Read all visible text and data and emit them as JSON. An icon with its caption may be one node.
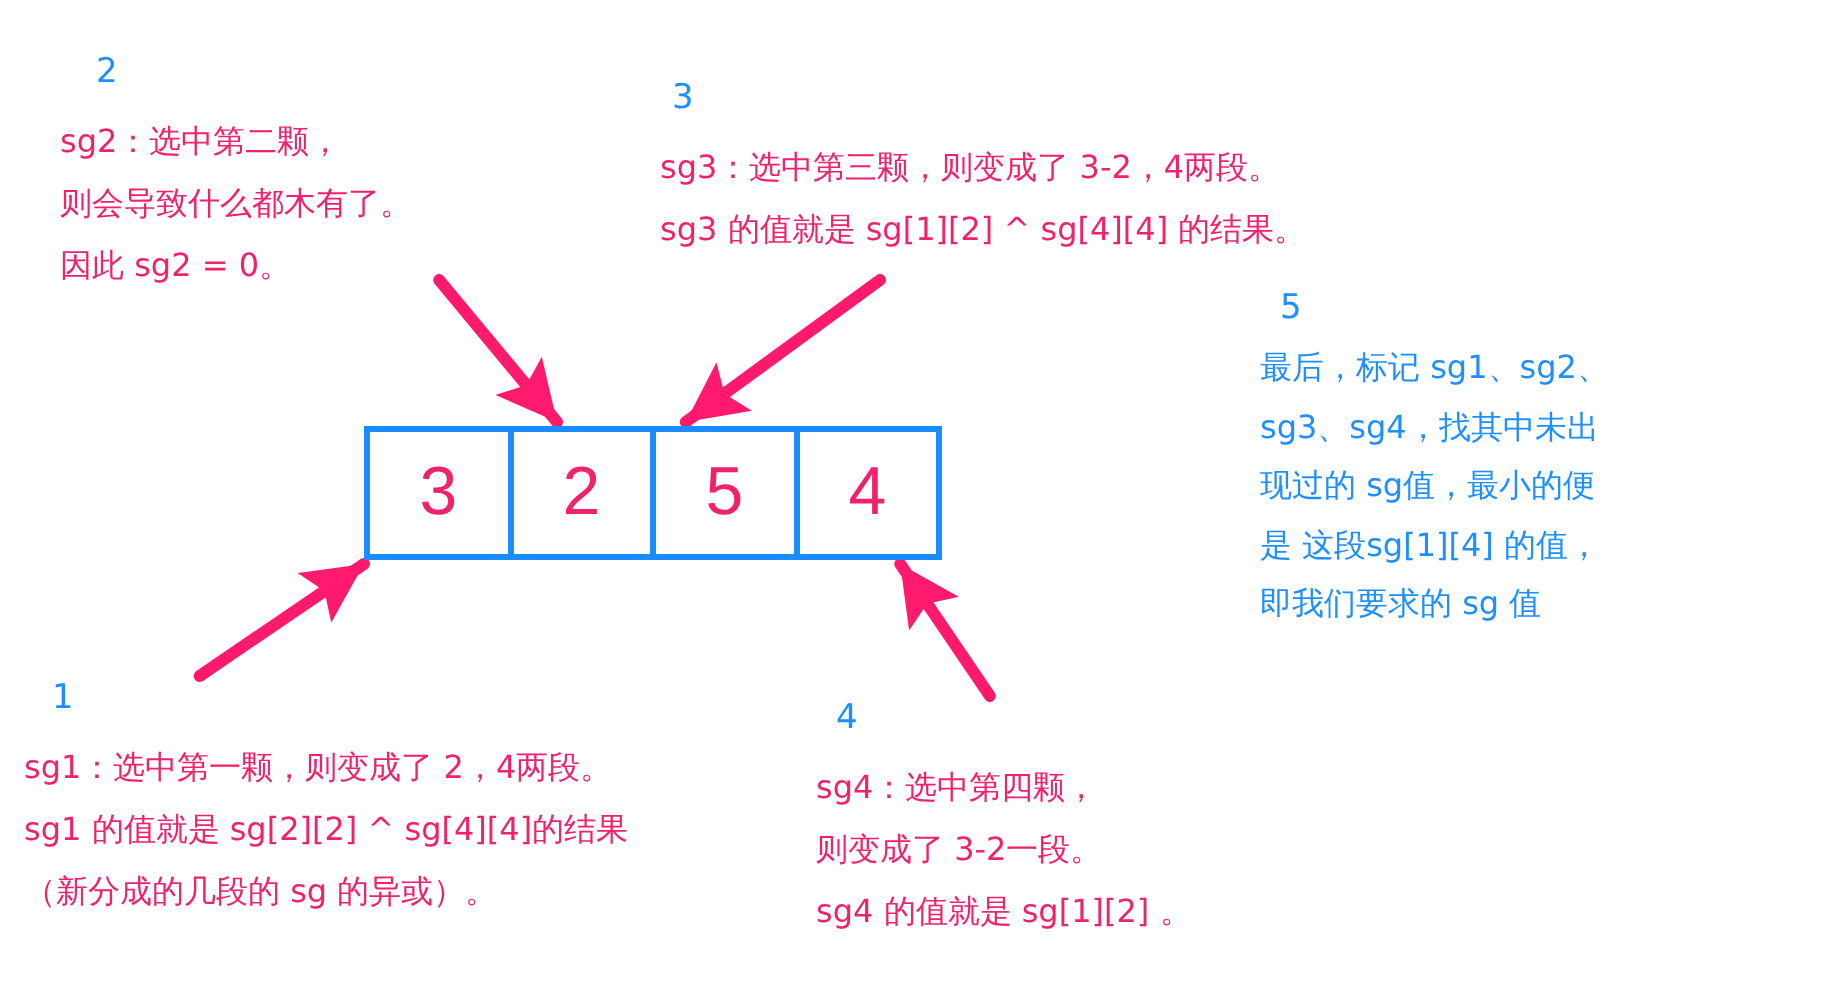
{
  "diagram": {
    "nodes": [
      {
        "text": [
          "2",
          "sg2：选中第二颗，",
          "则会导致什么都木有了。",
          "因此 sg2 = 0。"
        ]
      },
      {
        "text": [
          "3",
          "sg3：选中第三颗，则变成了 3-2，4两段。",
          "sg3 的值就是 sg[1][2] ^ sg[4][4] 的结果。"
        ]
      },
      {
        "text": [
          "3"
        ]
      },
      {
        "text": [
          "2"
        ]
      },
      {
        "text": [
          "5"
        ]
      },
      {
        "text": [
          "4"
        ]
      },
      {
        "text": [
          "1",
          "sg1：选中第一颗，则变成了 2，4两段。",
          "sg1 的值就是 sg[2][2] ^ sg[4][4]的结果",
          "（新分成的几段的 sg 的异或）。"
        ]
      },
      {
        "text": [
          "4",
          "sg4：选中第四颗，",
          "则变成了 3-2一段。",
          "sg4 的值就是 sg[1][2] 。"
        ]
      }
    ],
    "edges": [
      {
        "from": 0,
        "to": 3,
        "arrow": "to"
      },
      {
        "from": 1,
        "to": 4,
        "arrow": "to"
      },
      {
        "from": 6,
        "to": 2,
        "arrow": "to"
      },
      {
        "from": 7,
        "to": 5,
        "arrow": "to"
      }
    ],
    "labels": [
      "5",
      "最后，标记 sg1、sg2、sg3、sg4，找其中未出现过的 sg值，最小的便是 这段sg[1][4] 的值，即我们要求的 sg 值"
    ]
  }
}
